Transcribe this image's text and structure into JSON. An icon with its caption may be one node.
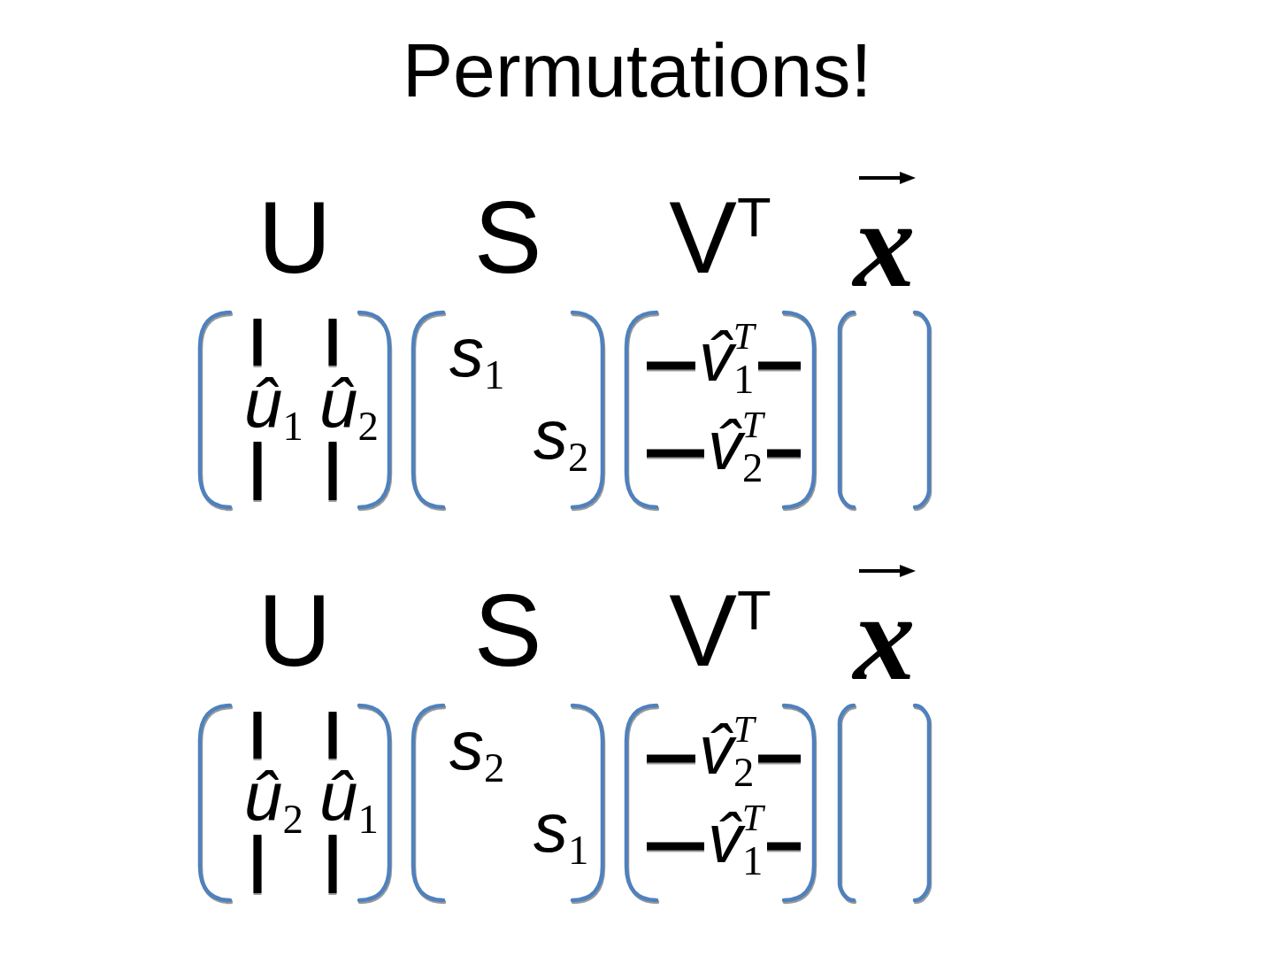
{
  "diagram": {
    "title": "Permutations!",
    "nodes": [
      {
        "text": [
          "U",
          "û$_{1}$",
          "û$_{2}$"
        ]
      },
      {
        "text": [
          "S",
          "s$_{1}$",
          "s$_{2}$"
        ]
      },
      {
        "text": [
          "V$^{T}$",
          "v̂$_{1}$$^{T}$",
          "v̂$_{2}$$^{T}$"
        ]
      },
      {
        "text": [
          "x"
        ]
      },
      {
        "text": [
          "U",
          "û$_{2}$",
          "û$_{1}$"
        ]
      },
      {
        "text": [
          "S",
          "s$_{2}$",
          "s$_{1}$"
        ]
      },
      {
        "text": [
          "V$^{T}$",
          "v̂$_{2}$$^{T}$",
          "v̂$_{1}$$^{T}$"
        ]
      },
      {
        "text": [
          "x"
        ]
      }
    ]
  }
}
